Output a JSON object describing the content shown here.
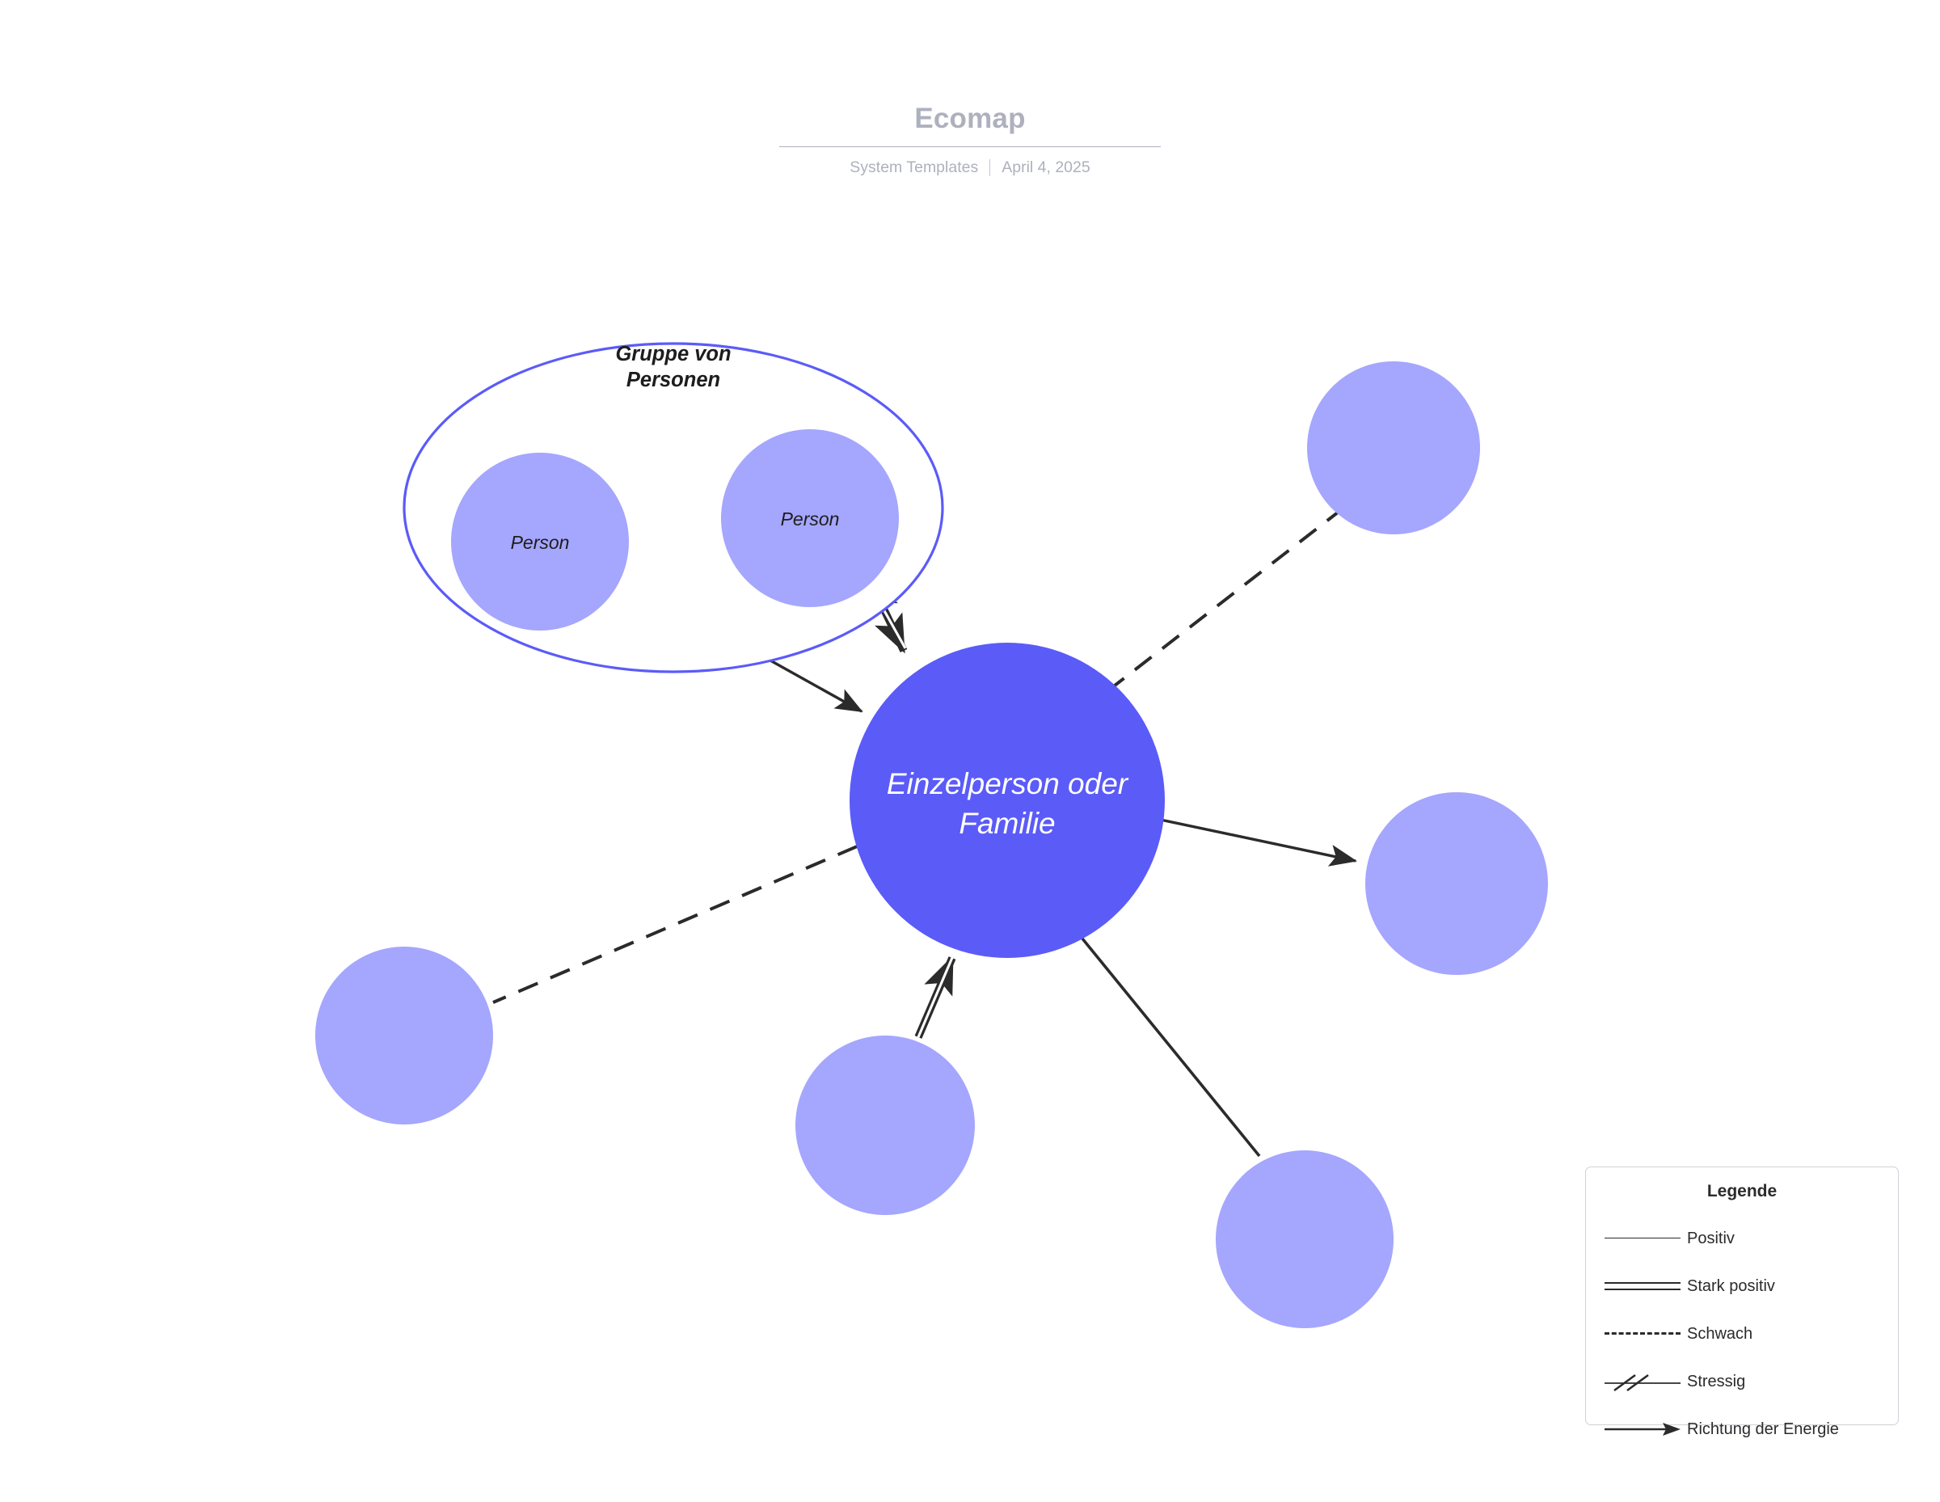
{
  "header": {
    "title": "Ecomap",
    "source": "System Templates",
    "date": "April 4, 2025"
  },
  "diagram": {
    "center_node": {
      "label_line1": "Einzelperson oder",
      "label_line2": "Familie",
      "color": "#5b5bf8",
      "text_color": "#ffffff"
    },
    "group": {
      "label_line1": "Gruppe von",
      "label_line2": "Personen",
      "border_color": "#5b5bf8",
      "fill": "#ffffff",
      "members": [
        {
          "label": "Person",
          "color": "#a5a6fd"
        },
        {
          "label": "Person",
          "color": "#a5a6fd"
        }
      ]
    },
    "satellite_nodes": [
      {
        "label": "",
        "color": "#a5a6fd",
        "position": "top-right"
      },
      {
        "label": "",
        "color": "#a5a6fd",
        "position": "mid-right"
      },
      {
        "label": "",
        "color": "#a5a6fd",
        "position": "bottom-right"
      },
      {
        "label": "",
        "color": "#a5a6fd",
        "position": "bottom-center"
      },
      {
        "label": "",
        "color": "#a5a6fd",
        "position": "left"
      }
    ],
    "connections": [
      {
        "from": "group-person-left",
        "to": "center",
        "style": "positiv",
        "arrows": "both"
      },
      {
        "from": "group-person-right",
        "to": "center",
        "style": "stark-positiv",
        "arrows": "both"
      },
      {
        "from": "bottom-center",
        "to": "center",
        "style": "stark-positiv",
        "arrows": "to-center"
      },
      {
        "from": "center",
        "to": "mid-right",
        "style": "positiv",
        "arrows": "to-node"
      },
      {
        "from": "center",
        "to": "bottom-right",
        "style": "positiv",
        "arrows": "none"
      },
      {
        "from": "center",
        "to": "top-right",
        "style": "schwach",
        "arrows": "none"
      },
      {
        "from": "center",
        "to": "left",
        "style": "schwach",
        "arrows": "none"
      }
    ],
    "line_color": "#2b2b2b"
  },
  "legend": {
    "title": "Legende",
    "items": [
      {
        "label": "Positiv",
        "sample": "solid-line-icon"
      },
      {
        "label": "Stark positiv",
        "sample": "double-line-icon"
      },
      {
        "label": "Schwach",
        "sample": "dashed-line-icon"
      },
      {
        "label": "Stressig",
        "sample": "slashed-line-icon"
      },
      {
        "label": "Richtung der Energie",
        "sample": "arrow-line-icon"
      }
    ]
  }
}
